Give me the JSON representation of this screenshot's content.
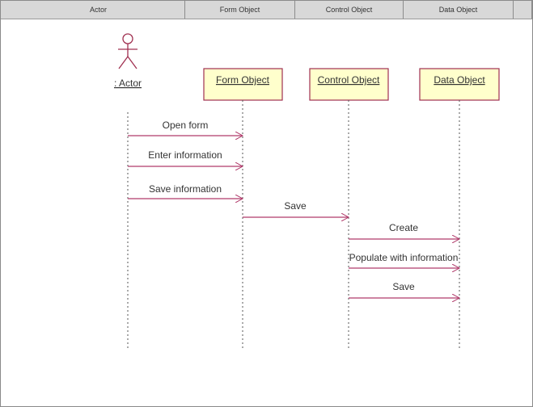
{
  "header": {
    "columns": [
      "Actor",
      "Form Object",
      "Control Object",
      "Data Object",
      ""
    ]
  },
  "actor": {
    "label": ": Actor"
  },
  "objects": [
    "Form Object",
    "Control Object",
    "Data Object"
  ],
  "messages": [
    "Open form",
    "Enter information",
    "Save information",
    "Save",
    "Create",
    "Populate with information",
    "Save"
  ],
  "colors": {
    "object_fill": "#ffffcc",
    "object_border": "#a03050",
    "message_line": "#b03a6a",
    "lifeline": "#555555",
    "header_bg": "#d8d8d8"
  }
}
